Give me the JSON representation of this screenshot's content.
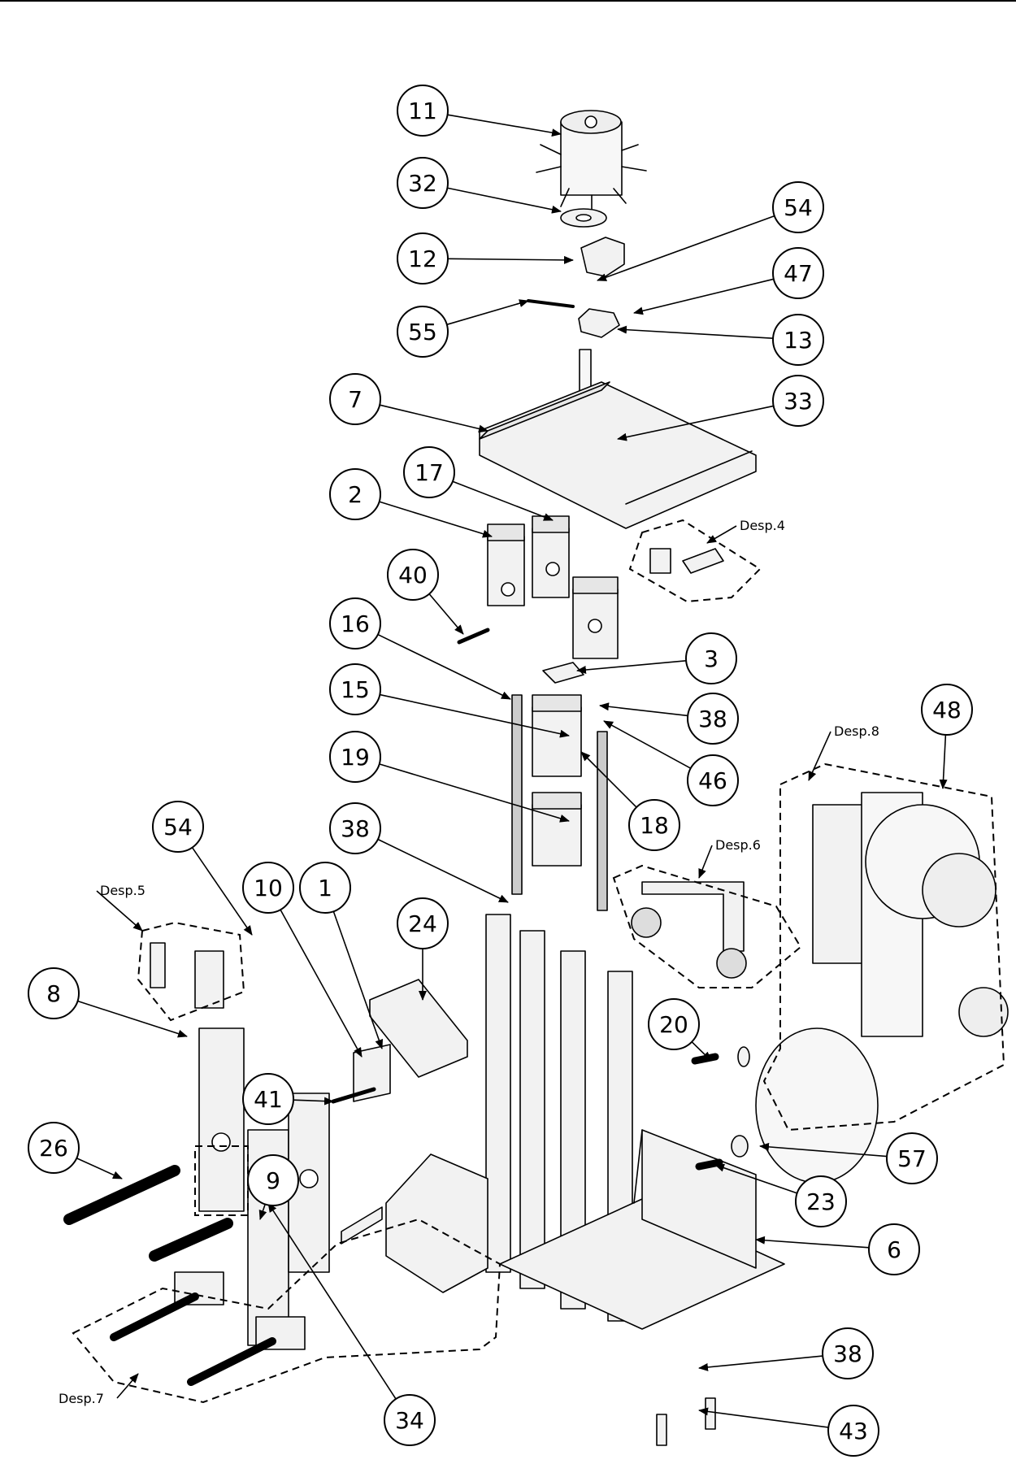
{
  "callouts": [
    "11",
    "32",
    "12",
    "54",
    "47",
    "55",
    "13",
    "7",
    "33",
    "17",
    "2",
    "40",
    "16",
    "3",
    "15",
    "38",
    "19",
    "46",
    "18",
    "48",
    "38",
    "54",
    "10",
    "1",
    "24",
    "8",
    "41",
    "9",
    "20",
    "26",
    "57",
    "23",
    "6",
    "38",
    "43",
    "34"
  ],
  "group_labels": [
    "Desp.4",
    "Desp.8",
    "Desp.6",
    "Desp.5",
    "Desp.7"
  ],
  "colors": {
    "line": "#000000",
    "part_fill": "#f2f2f2",
    "background": "#ffffff"
  }
}
